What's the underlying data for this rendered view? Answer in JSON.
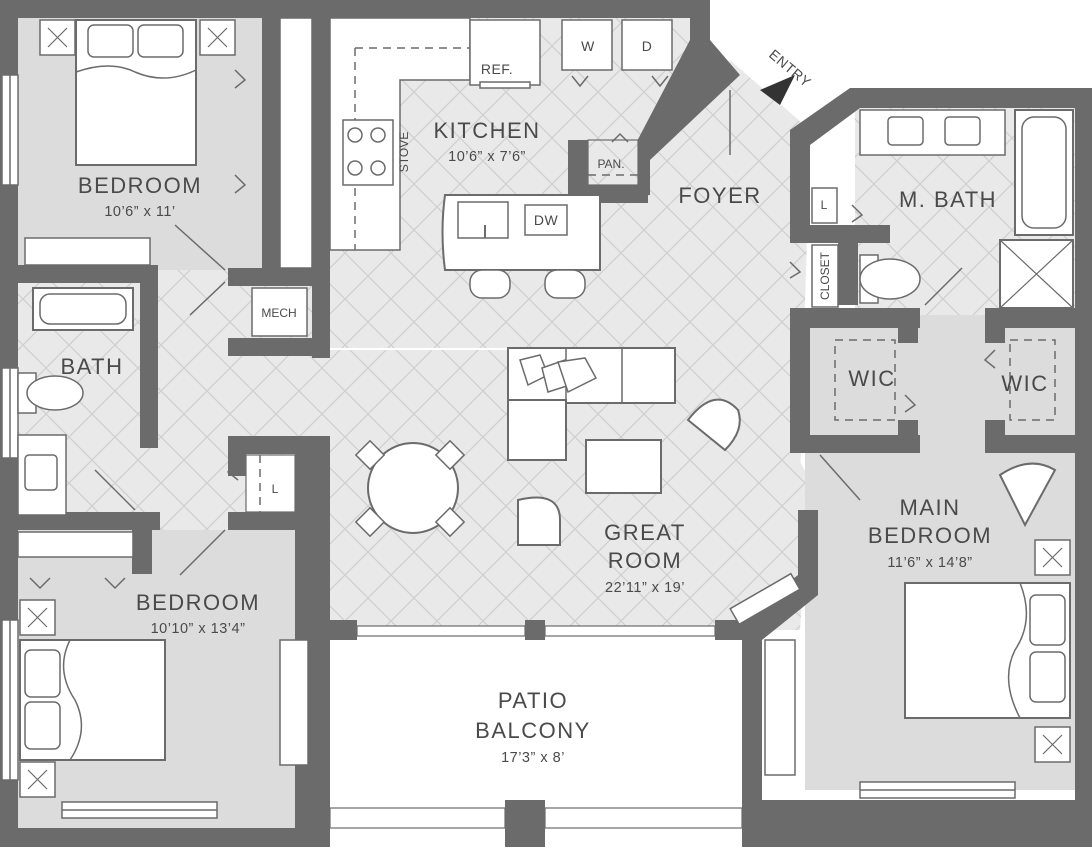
{
  "rooms": {
    "bedroom_nw": {
      "name": "BEDROOM",
      "dims": "10’6” x 11’"
    },
    "kitchen": {
      "name": "KITCHEN",
      "dims": "10’6” x 7’6”"
    },
    "foyer": {
      "name": "FOYER"
    },
    "master_bath": {
      "name": "M. BATH"
    },
    "bath": {
      "name": "BATH"
    },
    "great_room": {
      "name_line1": "GREAT",
      "name_line2": "ROOM",
      "dims": "22’11” x 19’"
    },
    "main_bedroom": {
      "name_line1": "MAIN",
      "name_line2": "BEDROOM",
      "dims": "11’6” x 14’8”"
    },
    "bedroom_sw": {
      "name": "BEDROOM",
      "dims": "10’10” x 13’4”"
    },
    "patio": {
      "name_line1": "PATIO",
      "name_line2": "BALCONY",
      "dims": "17’3” x 8’"
    },
    "wic_left": {
      "name": "WIC"
    },
    "wic_right": {
      "name": "WIC"
    }
  },
  "labels": {
    "entry": "ENTRY",
    "refrigerator": "REF.",
    "washer": "W",
    "dryer": "D",
    "stove": "STOVE",
    "pantry": "PAN.",
    "dishwasher": "DW",
    "mech": "MECH",
    "closet": "CLOSET",
    "linen_bath": "L",
    "linen_master": "L"
  },
  "colors": {
    "wall": "#6b6b6b",
    "floor_carpet": "#dcdcdc",
    "floor_tile": "#e6e6e6",
    "fixture": "#ffffff",
    "text": "#4a4a4a"
  }
}
